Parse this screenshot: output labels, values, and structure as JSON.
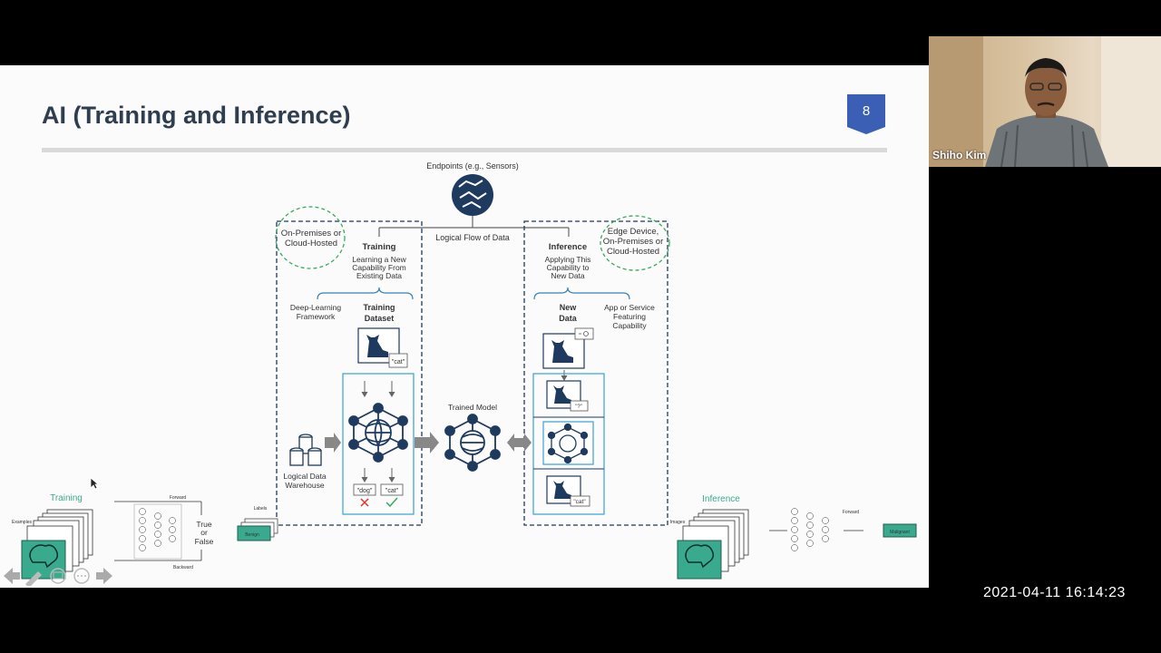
{
  "slide": {
    "title": "AI (Training and Inference)",
    "page_number": "8",
    "accent_color": "#3a5fb5"
  },
  "diagram": {
    "endpoints_label": "Endpoints (e.g., Sensors)",
    "flow_label": "Logical Flow of Data",
    "onprem_label_1": "On-Premises or",
    "onprem_label_2": "Cloud-Hosted",
    "edge_label_1": "Edge Device,",
    "edge_label_2": "On-Premises or",
    "edge_label_3": "Cloud-Hosted",
    "training_title": "Training",
    "training_desc_1": "Learning a New",
    "training_desc_2": "Capability From",
    "training_desc_3": "Existing Data",
    "inference_title": "Inference",
    "inference_desc_1": "Applying This",
    "inference_desc_2": "Capability to",
    "inference_desc_3": "New Data",
    "framework_1": "Deep-Learning",
    "framework_2": "Framework",
    "training_dataset_1": "Training",
    "training_dataset_2": "Dataset",
    "new_data_1": "New",
    "new_data_2": "Data",
    "app_1": "App or Service",
    "app_2": "Featuring",
    "app_3": "Capability",
    "cat_tag": "\"cat\"",
    "unknown_tag": "\"?\"",
    "dog_tag": "\"dog\"",
    "trained_model": "Trained Model",
    "warehouse_1": "Logical Data",
    "warehouse_2": "Warehouse",
    "accent_color": "#1e3a5f",
    "teal_color": "#3aaa8e"
  },
  "bottom_left": {
    "title": "Training",
    "examples": "Examples",
    "forward": "Forward",
    "backward": "Backward",
    "true_label": "True",
    "or_label": "or",
    "false_label": "False",
    "labels": "Labels",
    "benign": "Benign"
  },
  "bottom_right": {
    "title": "Inference",
    "images": "Images",
    "forward": "Forward",
    "malignant": "Malignant"
  },
  "video": {
    "participant_name": "Shiho Kim"
  },
  "timestamp": "2021-04-11  16:14:23"
}
